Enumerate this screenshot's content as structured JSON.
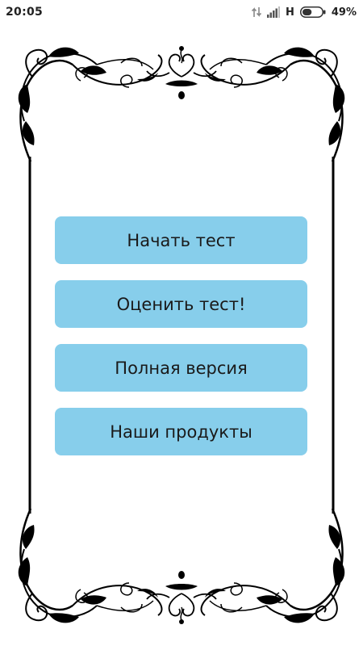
{
  "status_bar": {
    "time": "20:05",
    "network_type": "H",
    "battery_percent": "49%",
    "battery_level": 0.49,
    "icons": [
      "data-transfer-icon",
      "signal-icon",
      "battery-icon"
    ]
  },
  "menu": {
    "buttons": [
      {
        "label": "Начать тест"
      },
      {
        "label": "Оценить тест!"
      },
      {
        "label": "Полная версия"
      },
      {
        "label": "Наши продукты"
      }
    ]
  },
  "colors": {
    "button_background": "#87ceeb",
    "button_text": "#1a1a1a",
    "frame": "#000000",
    "background": "#ffffff"
  }
}
